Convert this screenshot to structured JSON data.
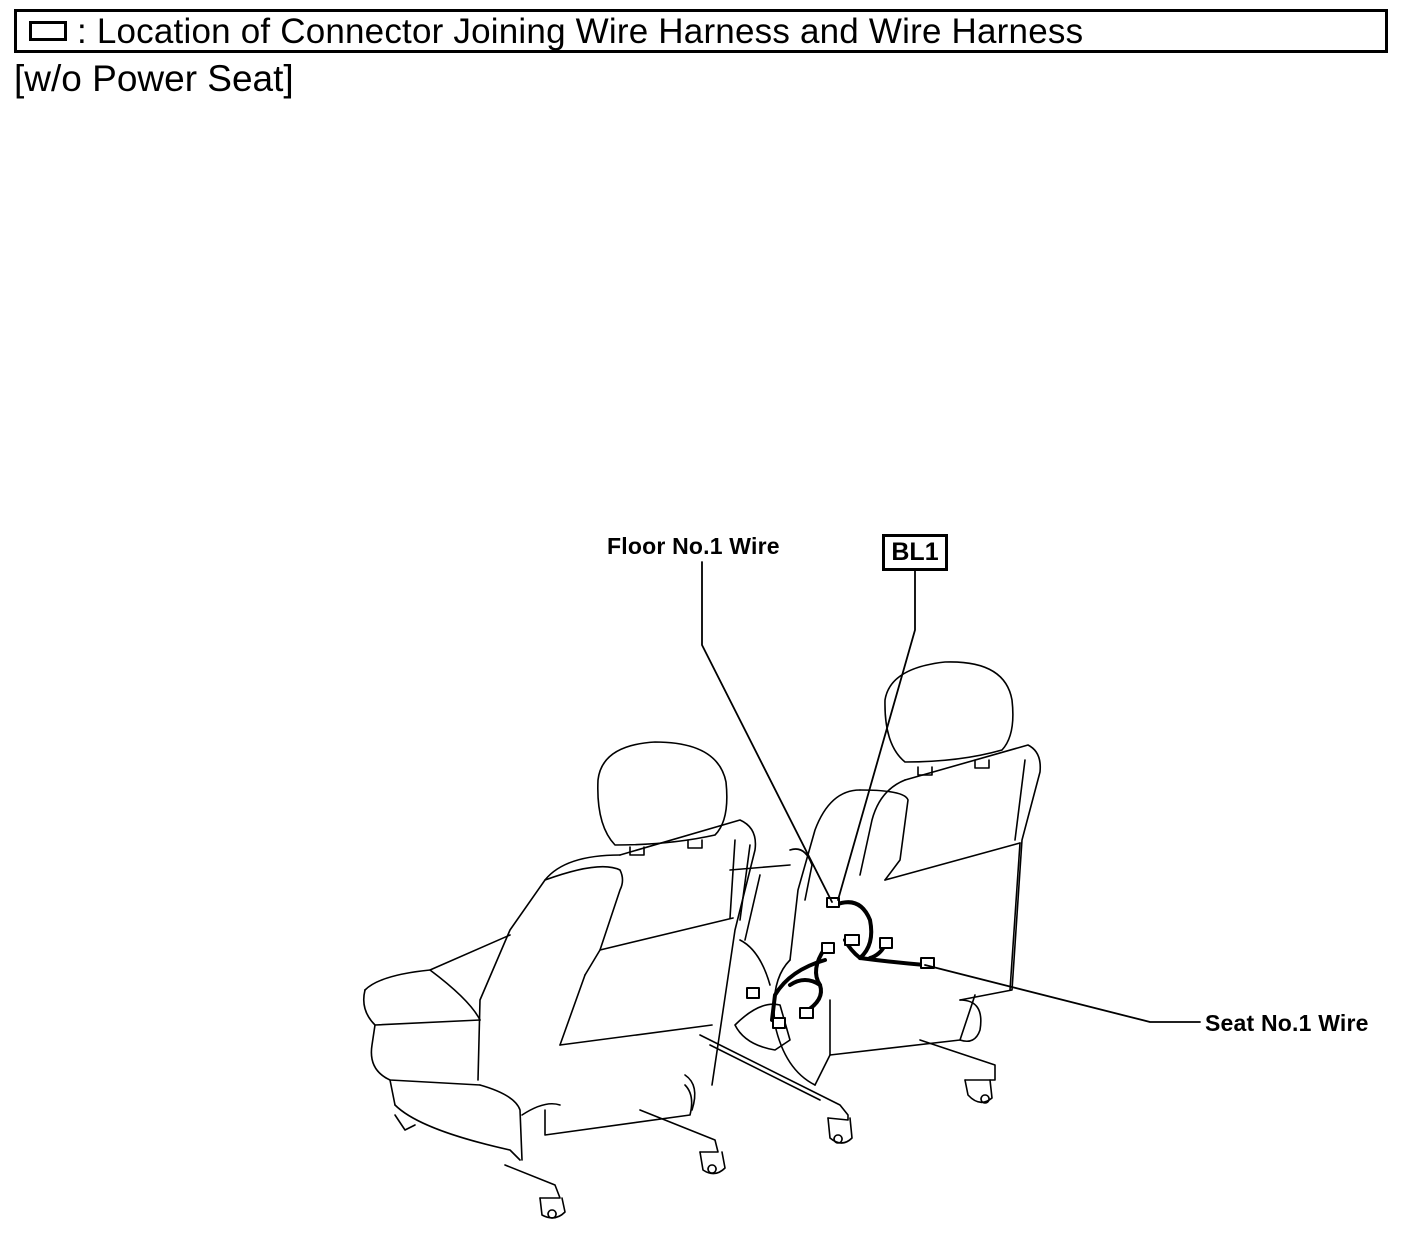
{
  "header": {
    "legend_symbol": "white-rectangle",
    "text": ": Location of Connector Joining Wire Harness and Wire Harness"
  },
  "subtitle": "[w/o Power Seat]",
  "labels": {
    "floor_wire": "Floor No.1 Wire",
    "seat_wire": "Seat No.1 Wire",
    "connector": "BL1"
  },
  "colors": {
    "line": "#000000",
    "background": "#ffffff"
  }
}
